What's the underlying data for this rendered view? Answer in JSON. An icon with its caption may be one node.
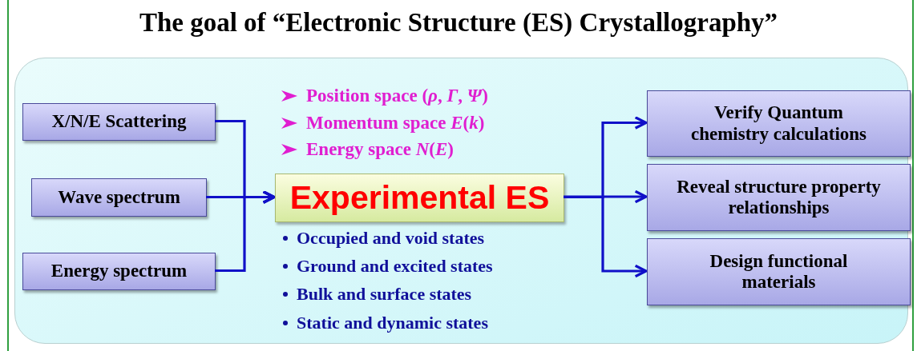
{
  "diagram": {
    "title": "The goal of “Electronic Structure (ES) Crystallography”",
    "nodes": [
      {
        "text": [],
        "shape": "box"
      },
      {
        "text": [
          "X/N/E Scattering"
        ],
        "in": 0
      },
      {
        "text": [
          "Wave spectrum"
        ],
        "in": 0
      },
      {
        "text": [
          "Energy spectrum"
        ],
        "in": 0
      },
      {
        "text": [
          "Experimental ES"
        ],
        "in": 0
      },
      {
        "text": [
          "Verify Quantum chemistry calculations"
        ],
        "in": 0
      },
      {
        "text": [
          "Reveal structure property relationships"
        ],
        "in": 0
      },
      {
        "text": [
          "Design functional materials"
        ],
        "in": 0
      }
    ],
    "edges": [
      {
        "from": 1,
        "to": 4,
        "arrow": "to"
      },
      {
        "from": 2,
        "to": 4,
        "arrow": "to"
      },
      {
        "from": 3,
        "to": 4,
        "arrow": "to"
      },
      {
        "from": 4,
        "to": 5,
        "arrow": "to"
      },
      {
        "from": 4,
        "to": 6,
        "arrow": "to"
      },
      {
        "from": 4,
        "to": 7,
        "arrow": "to"
      }
    ],
    "labels": [
      "Position space (*ρ*, *Γ*, *Ψ*)",
      "Momentum space *E*(*k*)",
      "Energy space *N*(*E*)",
      "Occupied and void states",
      "Ground and excited states",
      "Bulk and surface states",
      "Static and dynamic states"
    ]
  }
}
